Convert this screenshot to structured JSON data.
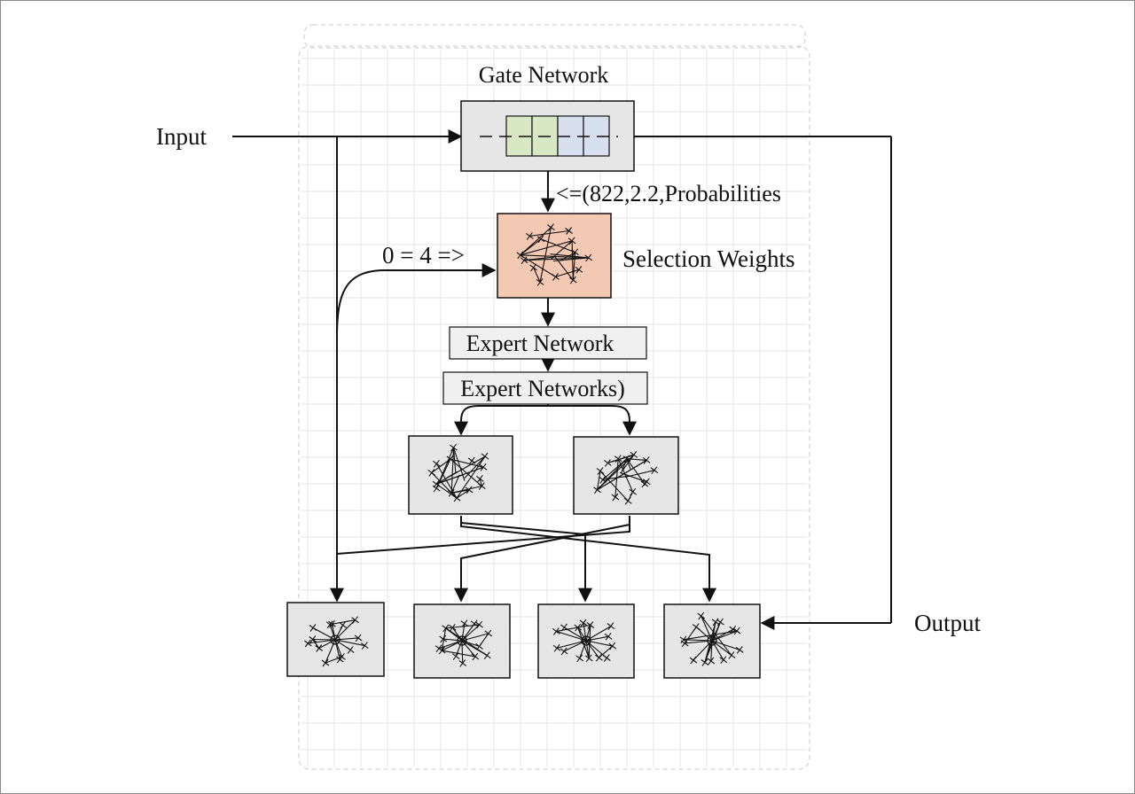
{
  "colors": {
    "grid": "#e6e6e6",
    "panel_dash": "#c8c8c8",
    "box_fill": "#e6e6e6",
    "line": "#111111",
    "gate_cell_green": "#d8e8c4",
    "gate_cell_blue": "#d8e0f0",
    "selection_fill": "#f4c9b4"
  },
  "labels": {
    "gate_network": "Gate Network",
    "input": "Input",
    "output": "Output",
    "probabilities": "<=(822,2.2,Probabilities",
    "selection_weights": "Selection Weights",
    "zero_eq": "0 = 4 =>",
    "expert_network": "Expert Network",
    "expert_networks": "Expert Networks)"
  },
  "icons": {
    "gate_cells": "segmented-vector-icon",
    "network_graph": "network-graph-icon"
  }
}
